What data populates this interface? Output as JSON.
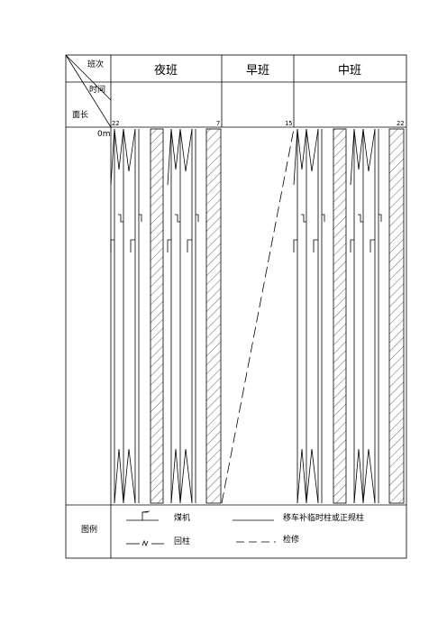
{
  "header": {
    "shifts": [
      {
        "label": "夜班"
      },
      {
        "label": "早班"
      },
      {
        "label": "中班"
      }
    ],
    "corner": {
      "shift_label": "班次",
      "time_label": "时间",
      "face_label": "面长"
    },
    "time_ticks": [
      "22",
      "7",
      "15",
      "22"
    ],
    "face_start": "0m"
  },
  "legend": {
    "title": "图例",
    "items": [
      {
        "label": "煤机"
      },
      {
        "label": "移车补临时柱或正规柱"
      },
      {
        "label": "回柱"
      },
      {
        "label": "检修"
      }
    ]
  },
  "colors": {
    "line": "#000000",
    "background": "#ffffff"
  }
}
